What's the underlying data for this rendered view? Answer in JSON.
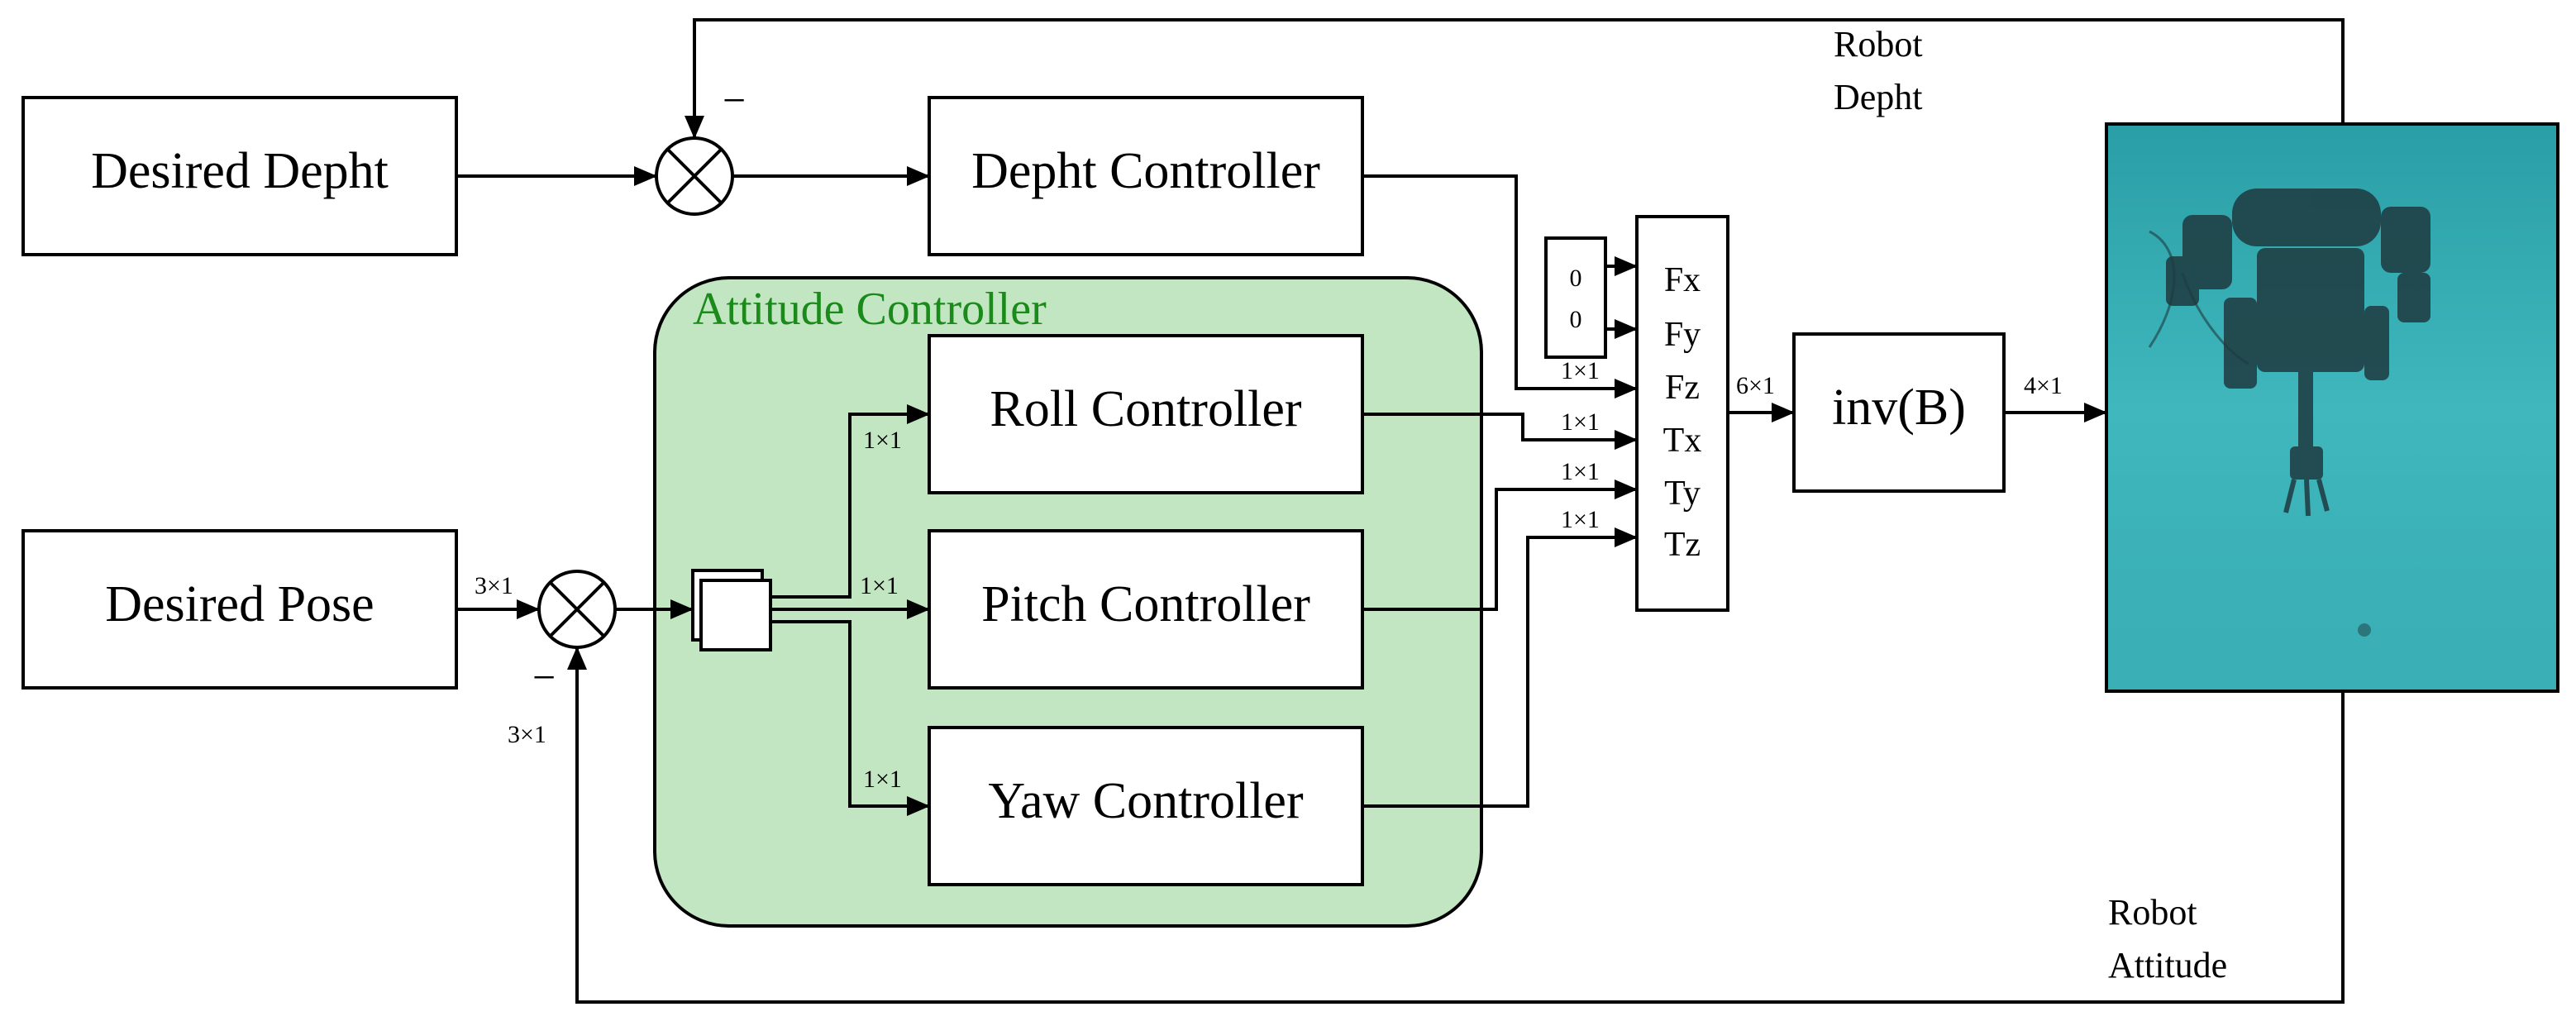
{
  "blocks": {
    "desired_depth": "Desired Depht",
    "desired_pose": "Desired Pose",
    "depth_controller": "Depht Controller",
    "roll_controller": "Roll Controller",
    "pitch_controller": "Pitch Controller",
    "yaw_controller": "Yaw Controller",
    "inv_b": "inv(B)"
  },
  "attitude_group": {
    "title": "Attitude Controller",
    "fill_color": "#c2e6c2",
    "title_color": "#1a8a1a"
  },
  "mux": {
    "inputs": [
      "Fx",
      "Fy",
      "Fz",
      "Tx",
      "Ty",
      "Tz"
    ],
    "constants": [
      "0",
      "0"
    ]
  },
  "signal_labels": {
    "pose_in": "3×1",
    "pose_feedback": "3×1",
    "roll_in": "1×1",
    "pitch_in": "1×1",
    "yaw_in": "1×1",
    "fz_in": "1×1",
    "tx_in": "1×1",
    "ty_in": "1×1",
    "tz_in": "1×1",
    "mux_out": "6×1",
    "invb_out": "4×1"
  },
  "signs": {
    "depth_minus": "−",
    "pose_minus": "−"
  },
  "feedback_labels": {
    "robot_depth_line1": "Robot",
    "robot_depth_line2": "Depht",
    "robot_attitude_line1": "Robot",
    "robot_attitude_line2": "Attitude"
  },
  "robot_image": {
    "water_color": "#3fb7bd",
    "robot_color": "#1e3a3f"
  }
}
